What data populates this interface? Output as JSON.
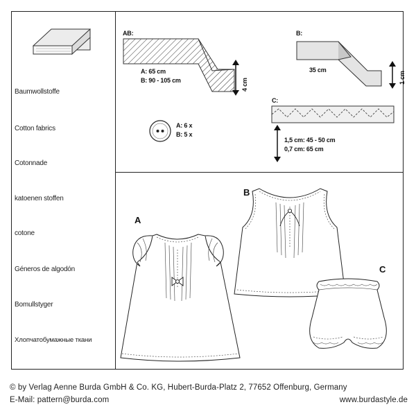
{
  "fabrics": [
    "Baumwollstoffe",
    "Cotton fabrics",
    "Cotonnade",
    "katoenen stoffen",
    "cotone",
    "Géneros de algodón",
    "Bomullstyger",
    "Хлопчатобумажные ткани"
  ],
  "notions": {
    "ab": {
      "label": "AB:",
      "amount_a": "A: 65 cm",
      "amount_b": "B: 90 - 105 cm",
      "width": "4 cm"
    },
    "b": {
      "label": "B:",
      "length": "35 cm",
      "width": "1 cm"
    },
    "c": {
      "label": "C:",
      "line1": "1,5 cm: 45 - 50 cm",
      "line2": "0,7 cm: 65 cm"
    },
    "buttons": {
      "line1": "A: 6 x",
      "line2": "B: 5 x"
    }
  },
  "views": {
    "a": "A",
    "b": "B",
    "c": "C"
  },
  "footer": {
    "copyright": "© by Verlag Aenne Burda GmbH & Co. KG, Hubert-Burda-Platz 2, 77652 Offenburg, Germany",
    "email": "E-Mail: pattern@burda.com",
    "website": "www.burdastyle.de"
  },
  "icons": [
    "fabric-bolt-icon",
    "button-icon",
    "double-arrow-icon"
  ]
}
